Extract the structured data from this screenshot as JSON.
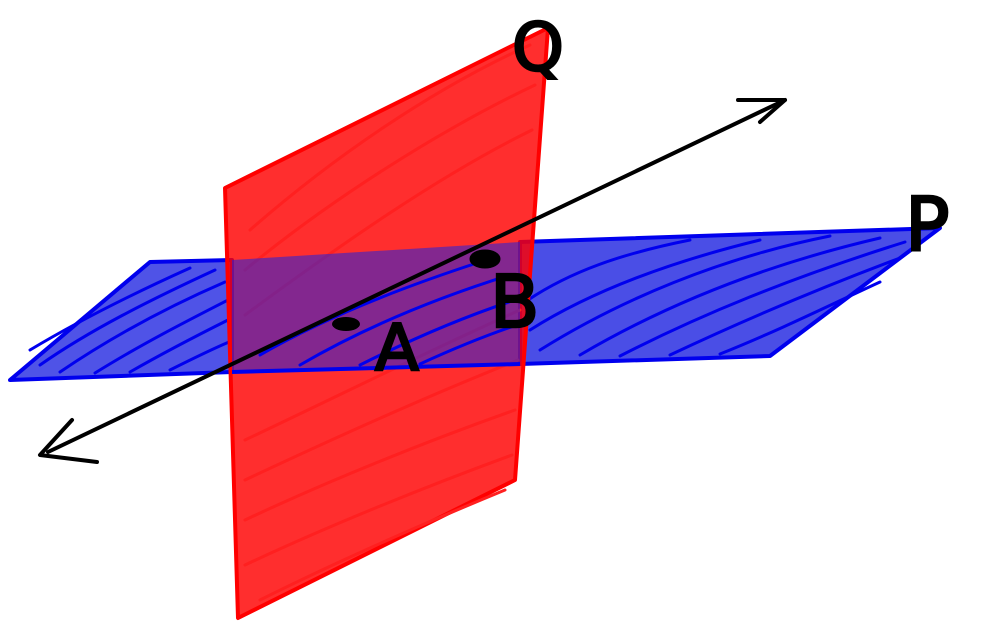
{
  "diagram": {
    "labels": {
      "plane_p": "P",
      "plane_q": "Q",
      "point_a": "A",
      "point_b": "B"
    },
    "colors": {
      "plane_p": "#0000ee",
      "plane_q": "#ff0000",
      "line": "#000000",
      "background": "#ffffff"
    }
  }
}
